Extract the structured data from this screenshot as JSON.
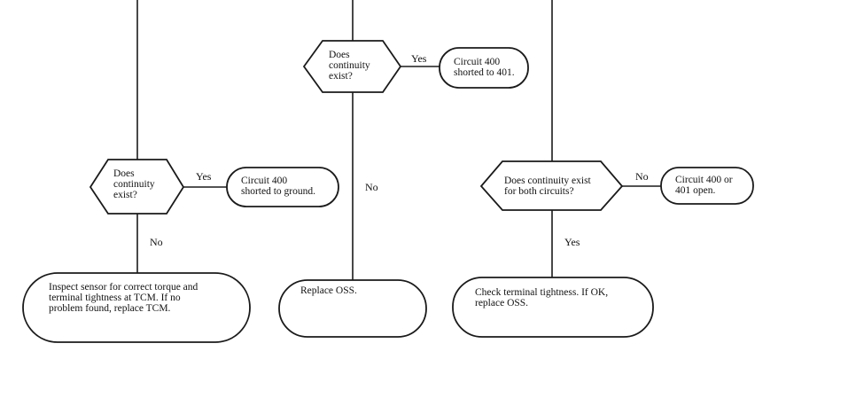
{
  "decisions": {
    "top_middle": "Does\ncontinuity\nexist?",
    "left": "Does\ncontinuity\nexist?",
    "right": "Does continuity exist\nfor both circuits?"
  },
  "results": {
    "shorted_401": "Circuit 400\nshorted to 401.",
    "shorted_ground": "Circuit 400\nshorted to ground.",
    "open": "Circuit 400 or\n401 open.",
    "inspect_sensor": "Inspect sensor for correct torque and\nterminal tightness at TCM. If no\nproblem found, replace TCM.",
    "replace_oss": "Replace OSS.",
    "check_terminal": "Check terminal tightness. If OK,\nreplace OSS."
  },
  "branch_labels": {
    "yes_top": "Yes",
    "yes_left": "Yes",
    "no_middle": "No",
    "no_left": "No",
    "no_right": "No",
    "yes_right": "Yes"
  }
}
